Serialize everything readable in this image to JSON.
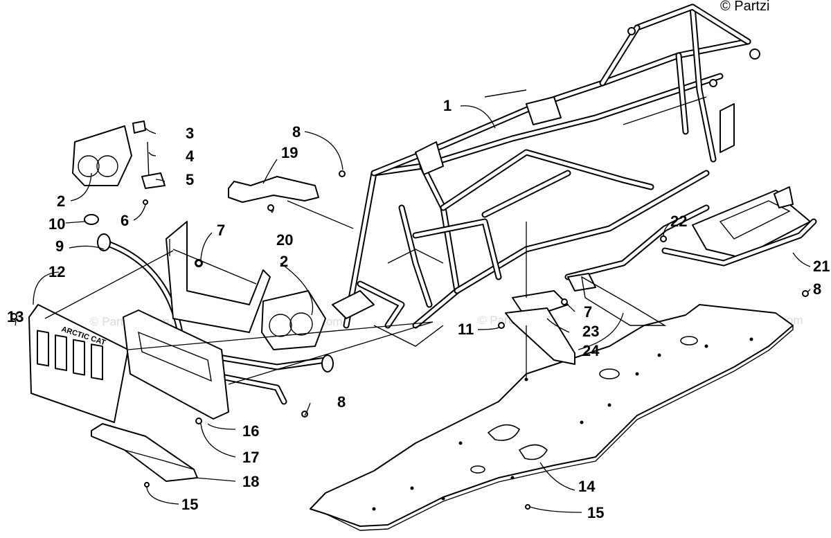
{
  "copyright": "© Partzi",
  "watermarks": [
    "© Partzilla.com",
    "© Partzilla.com",
    "© Partzilla.com",
    "© Partzilla.com"
  ],
  "logo_text": "ARCTIC CAT",
  "callouts": {
    "c1": "1",
    "c2a": "2",
    "c2b": "2",
    "c3": "3",
    "c4": "4",
    "c5": "5",
    "c6": "6",
    "c7a": "7",
    "c7b": "7",
    "c8a": "8",
    "c8b": "8",
    "c8c": "8",
    "c9": "9",
    "c10": "10",
    "c11": "11",
    "c12": "12",
    "c13": "13",
    "c14": "14",
    "c15a": "15",
    "c15b": "15",
    "c16": "16",
    "c17": "17",
    "c18": "18",
    "c19": "19",
    "c20": "20",
    "c21": "21",
    "c22": "22",
    "c23": "23",
    "c24": "24"
  },
  "colors": {
    "line": "#000000",
    "background": "#ffffff",
    "watermark": "#d9d9d9"
  }
}
